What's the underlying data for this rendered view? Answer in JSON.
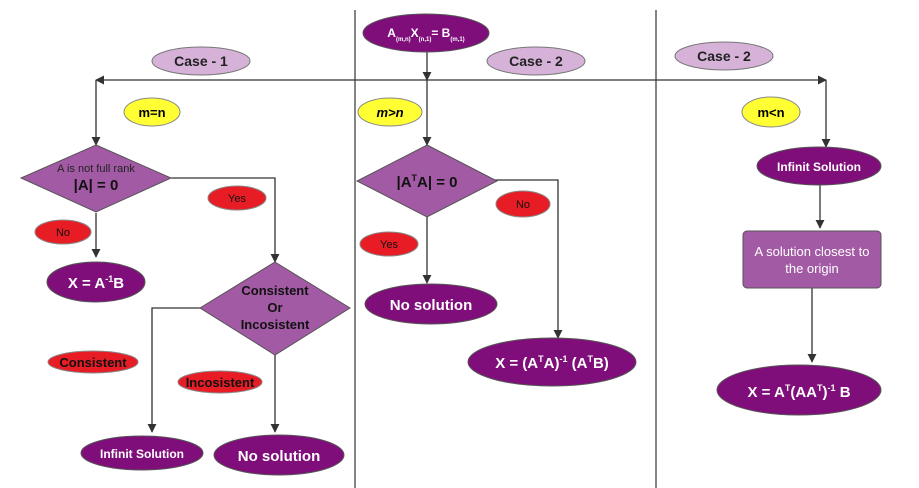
{
  "colors": {
    "dark_purple": "#800e7a",
    "mid_purple": "#a25aa4",
    "light_purple": "#d6b2d8",
    "yellow": "#ffff33",
    "red": "#e81c25",
    "line": "#333333"
  },
  "equation": {
    "A": "A",
    "A_sub": "(m,n)",
    "X": "X",
    "X_sub": "(n,1)",
    "eq": "= B",
    "B_sub": "(m,1)"
  },
  "case1": {
    "label": "Case - 1",
    "condition": "m=n",
    "diamond_line1": "A is not full rank",
    "diamond_line2": "|A| = 0",
    "no": "No",
    "yes": "Yes",
    "result_no": {
      "pre": "X = A",
      "sup": "-1",
      "post": "B"
    },
    "diamond2_lines": [
      "Consistent",
      "Or",
      "Incosistent"
    ],
    "consistent": "Consistent",
    "inconsistent": "Incosistent",
    "infinite": "Infinit Solution",
    "no_solution": "No solution"
  },
  "case2": {
    "label": "Case - 2",
    "condition": "m>n",
    "diamond": {
      "pre": "|A",
      "sup": "T",
      "post": "A| = 0"
    },
    "no": "No",
    "yes": "Yes",
    "no_solution": "No solution",
    "result": {
      "p1": "X = (A",
      "s1": "T",
      "p2": "A)",
      "s2": "-1",
      "p3": " (A",
      "s3": "T",
      "p4": "B)"
    }
  },
  "case3": {
    "label": "Case - 2",
    "condition": "m<n",
    "infinite": "Infinit Solution",
    "closest": [
      "A solution closest to",
      "the origin"
    ],
    "result": {
      "p1": "X = A",
      "s1": "T",
      "p2": "(AA",
      "s2": "T",
      "p3": ")",
      "s3": "-1",
      "p4": " B"
    }
  }
}
